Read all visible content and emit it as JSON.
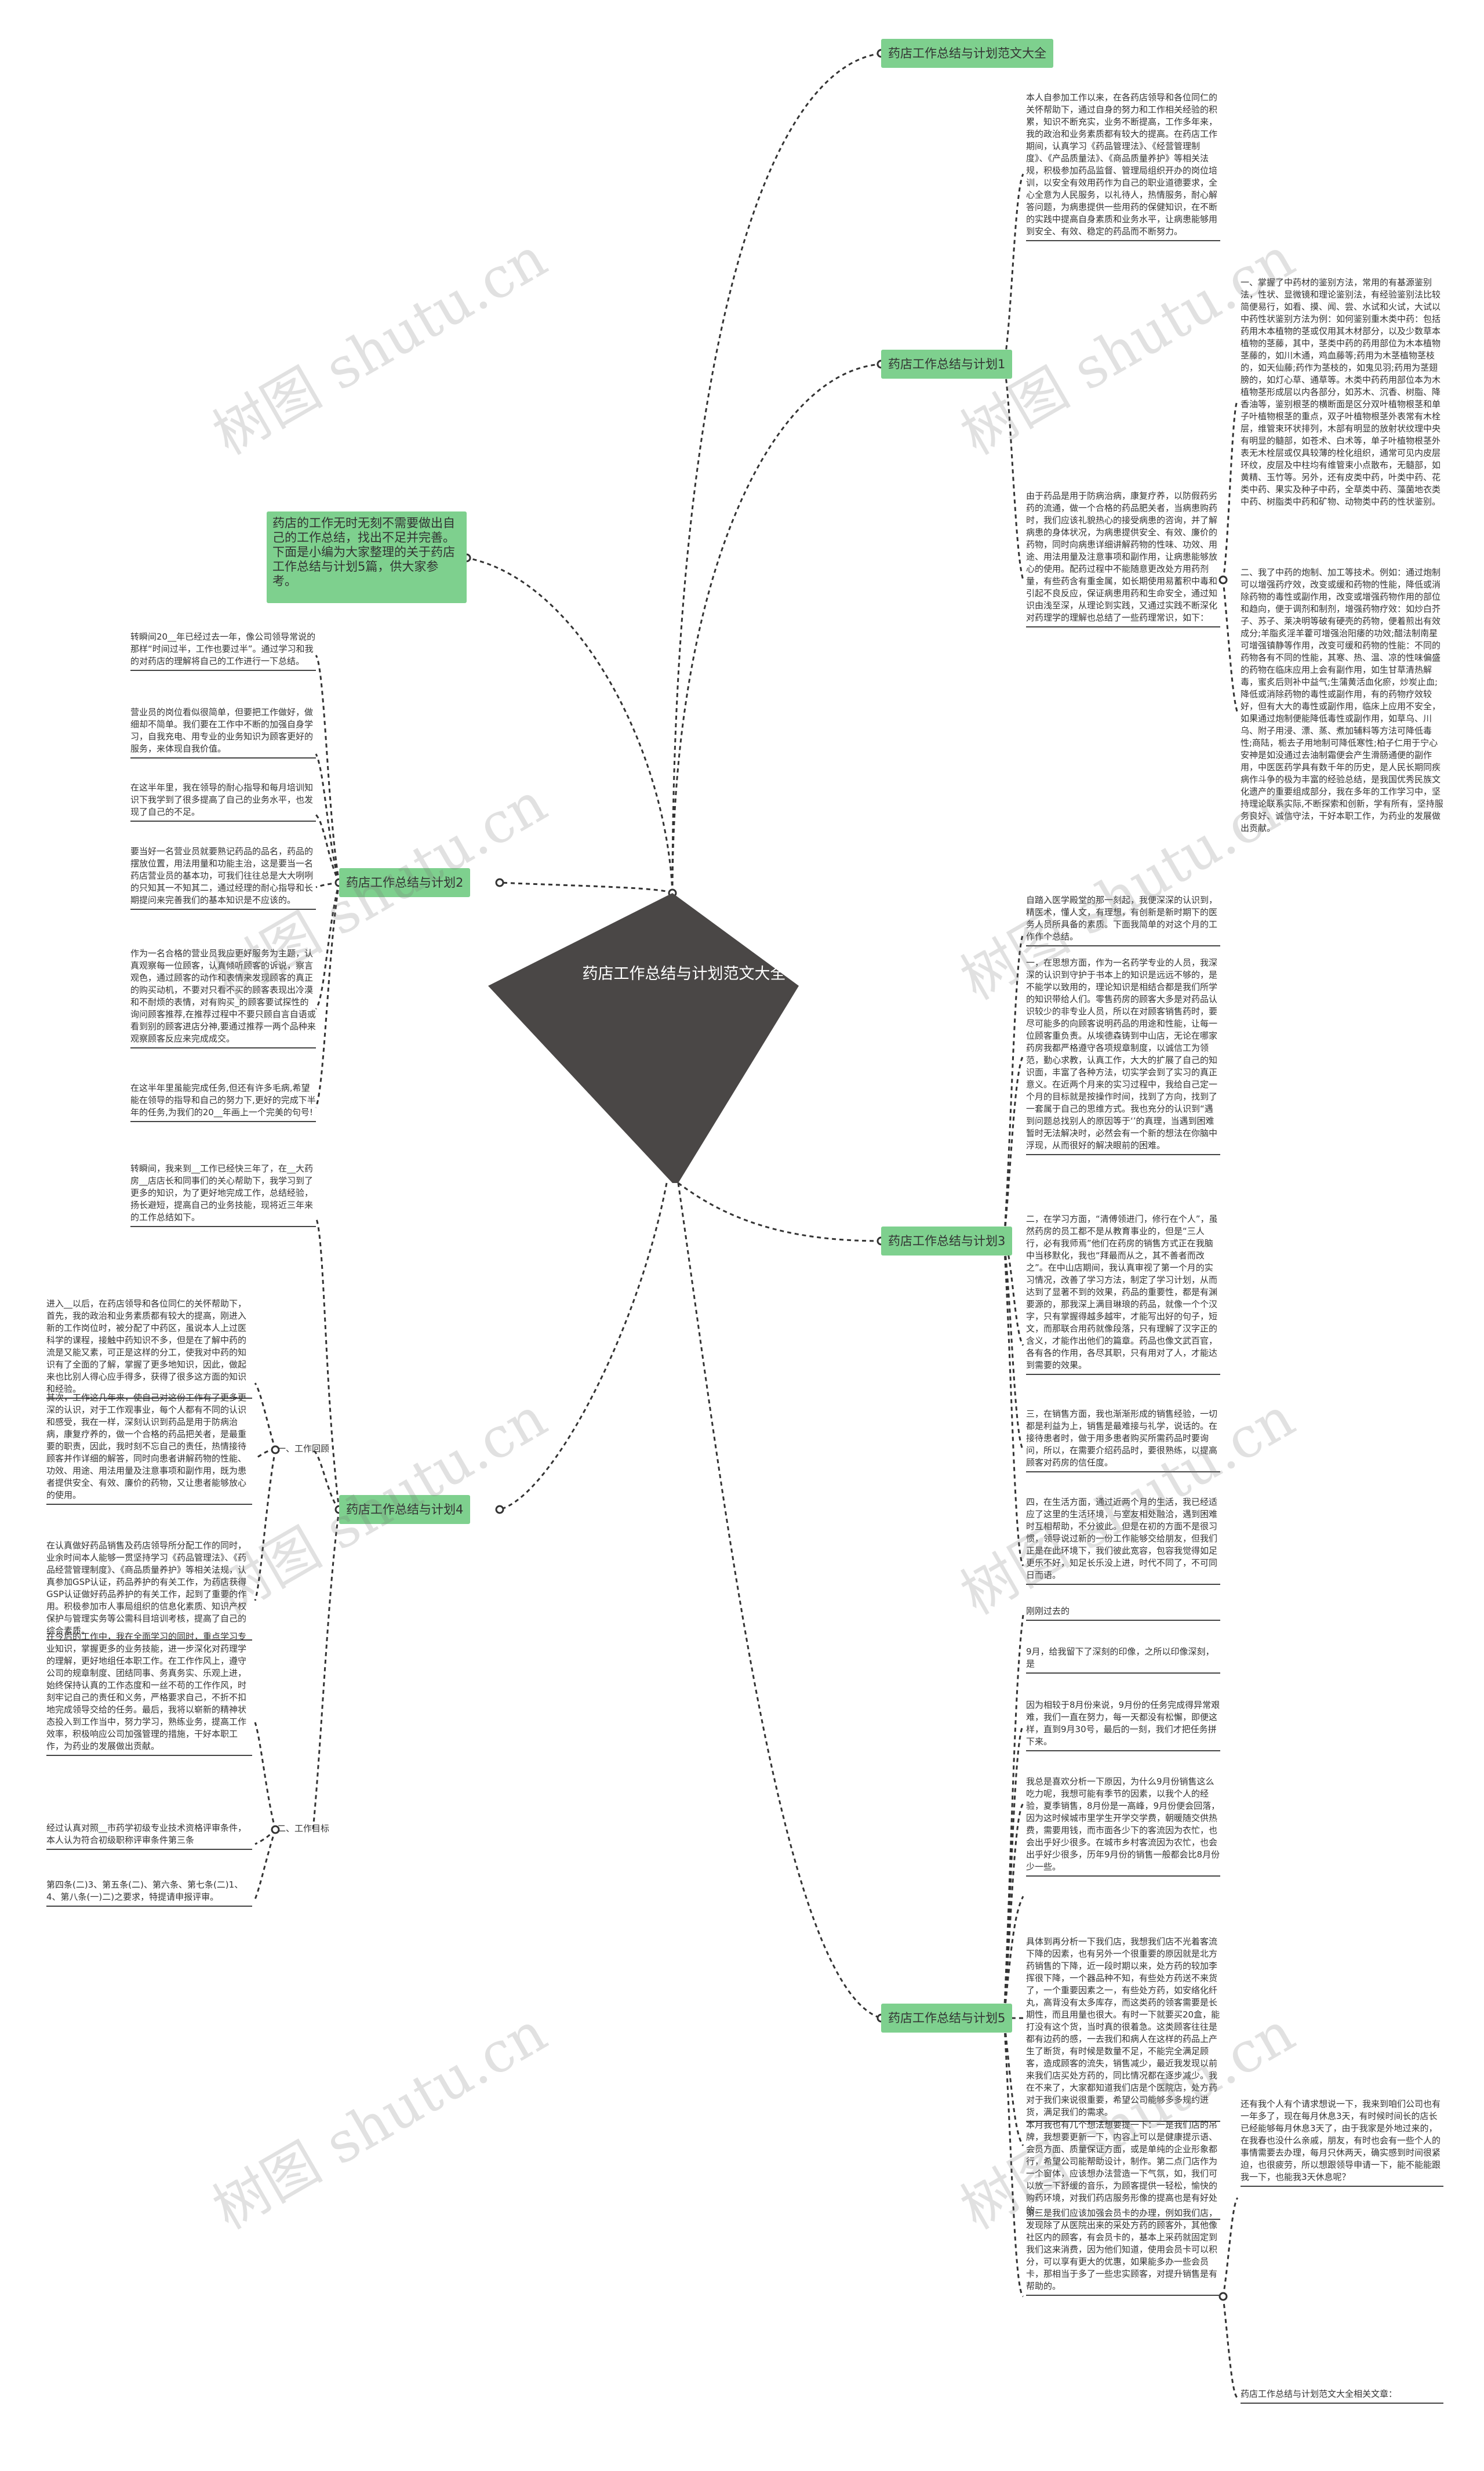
{
  "center": {
    "title": "药店工作总结与计划范文大全"
  },
  "intro": "药店的工作无时无刻不需要做出自己的工作总结，找出不足并完善。下面是小编为大家整理的关于药店工作总结与计划5篇，供大家参考。",
  "branches": [
    {
      "label": "药店工作总结与计划范文大全"
    },
    {
      "label": "药店工作总结与计划1"
    },
    {
      "label": "药店工作总结与计划2"
    },
    {
      "label": "药店工作总结与计划3"
    },
    {
      "label": "药店工作总结与计划4"
    },
    {
      "label": "药店工作总结与计划5"
    }
  ],
  "b1": {
    "p1": "本人自参加工作以来，在各药店领导和各位同仁的关怀帮助下，通过自身的努力和工作相关经验的积累，知识不断充实，业务不断提高，工作多年来，我的政治和业务素质都有较大的提高。在药店工作期间，认真学习《药品管理法》、《经营管理制度》、《产品质量法》、《商品质量养护》等相关法规，积极参加药品监督、管理局组织开办的岗位培训，以安全有效用药作为自己的职业道德要求，全心全意为人民服务，以礼待人，热情服务，耐心解答问题，为病患提供一些用药的保健知识，在不断的实践中提高自身素质和业务水平，让病患能够用到安全、有效、稳定的药品而不断努力。",
    "p2": "由于药品是用于防病治病，康复疗养，以防假药劣药的流通，做一个合格的药品肥关者，当病患购药时，我们应该礼貌热心的接受病患的咨询，并了解病患的身体状况，为病患提供安全、有效、廉价的药物，同时向病患详细讲解药物的性味、功效、用途、用法用量及注意事项和副作用，让病患能够放心的使用。配药过程中不能随意更改处方用药剂量，有些药含有重金属，如长期使用易蓄积中毒和引起不良反应，保证病患用药和生命安全，通过知识由浅至深，从理论到实践，又通过实践不断深化对药理学的理解也总结了一些药理常识，如下：",
    "p3": "一、掌握了中药材的鉴别方法，常用的有基源鉴别法，性状、显微镜和理论鉴别法，有经验鉴别法比较简便易行，如看、摸、闻、尝、水试和火试，大试以中药性状鉴别方法为例：如何鉴别重木类中药：包括药用木本植物的茎或仅用其木材部分，以及少数草本植物的茎藤，其中，茎类中药的药用部位为木本植物茎藤的，如川木通，鸡血藤等;药用为木茎植物茎枝的，如天仙藤;药作为茎枝的，如鬼见羽;药用为茎翅膀的，如灯心草、通草等。木类中药药用部位本为木植物茎形成层以内各部分，如苏木、沉香、树脂、降香油等，鉴别根茎的横断面是区分双叶植物根茎和单子叶植物根茎的重点，双子叶植物根茎外表常有木栓层，维管束环状排列，木部有明显的放射状纹理中央有明显的髓部，如苍术、白术等，单子叶植物根茎外表无木栓层或仅具较薄的栓化组织，通常可见内皮层环纹，皮层及中柱均有维管束小点散布，无髓部，如黄精、玉竹等。另外，还有皮类中药，叶类中药、花类中药、果实及种子中药，全草类中药、藻菌地衣类中药、树脂类中药和矿物、动物类中药的性状鉴别。",
    "p4": "二、我了中药的炮制、加工等技术。例如：通过炮制可以增强药疗效，改变或缓和药物的性能，降低或消除药物的毒性或副作用，改变或增强药物作用的部位和趋向，便于调剂和制剂，增强药物疗效：如炒白芥子、苏子、莱决明等破有硬壳的药物，便着煎出有效成分;羊脂炙淫羊藿可增强治阳痿的功效;醋法制南星可增强镇静等作用，改变可缓和药物的性能：不同的药物各有不同的性能，其寒、热、温、凉的性味偏盛的药物在临床应用上会有副作用，如生甘草清热解毒，蜜炙后则补中益气;生蒲黄活血化瘀，炒炭止血;降低或消除药物的毒性或副作用，有的药物疗效较好，但有大大的毒性或副作用，临床上应用不安全，如果通过炮制便能降低毒性或副作用，如草乌、川乌、附子用浸、漂、蒸、煮加辅料等方法可降低毒性;商陆，栀去子用地制可降低寒性;柏子仁用于宁心安神是如没通过去油制霜便会产生滑肠通便的副作用，中医医药学具有数千年的历史，是人民长期同疾病作斗争的极为丰富的经验总结，是我国优秀民族文化遗产的重要组成部分，我在多年的工作学习中，坚持理论联系实际,不断探索和创新，学有所有，坚持服务良好、诚信守法，干好本职工作，为药业的发展做出贡献。"
  },
  "b2": {
    "p1": "转瞬间20__年已经过去一年，像公司领导常说的那样“时间过半，工作也要过半”。通过学习和我的对药店的理解将自己的工作进行一下总结。",
    "p2": "营业员的岗位看似很简单，但要把工作做好，做细却不简单。我们要在工作中不断的加强自身学习，自我充电、用专业的业务知识为顾客更好的服务，来体现自我价值。",
    "p3": "在这半年里，我在领导的耐心指导和每月培训知识下我学到了很多提高了自己的业务水平，也发现了自己的不足。",
    "p4": "要当好一名营业员就要熟记药品的品名，药品的摆放位置，用法用量和功能主治，这是要当一名药店营业员的基本功，可我们往往总是大大咧咧的只知其一不知其二，通过经理的耐心指导和长期提问来完善我们的基本知识是不应该的。",
    "p5": "作为一名合格的营业员我应更好服务为主题，认真观察每一位顾客，认真倾听顾客的诉说，察言观色，通过顾客的动作和表情来发现顾客的真正的购买动机，不要对只看不买的顾客表现出冷漠和不耐烦的表情，对有购买_的顾客要试探性的询问顾客推荐,在推荐过程中不要只顾自言自语或看到别的顾客进店分神,要通过推荐一两个品种来观察顾客反应来完成成交。",
    "p6": "在这半年里虽能完成任务,但还有许多毛病,希望能在领导的指导和自己的努力下,更好的完成下半年的任务,为我们的20__年画上一个完美的句号!"
  },
  "b3": {
    "p1": "自踏入医学殿堂的那一刻起，我便深深的认识到，精医术，懂人文，有理想，有创新是新时期下的医务人员所具备的素质。下面我简单的对这个月的工作作个总结。",
    "p2": "一，在思想方面，作为一名药学专业的人员，我深深的认识到守护于书本上的知识是远远不够的，是不能学以致用的，理论知识是相结合都是我们所学的知识带给人们。零售药房的顾客大多是对药品认识较少的非专业人员，所以在对顾客销售药时，要尽可能多的向顾客说明药品的用途和性能，让每一位顾客重负责。从埃德森铸到中山店，无论在哪家药房我都严格遵守各项规章制度，以诚信工为领范，勤心求教，认真工作，大大的扩展了自己的知识面，丰富了各种方法，切实学会到了实习的真正意义。在近两个月来的实习过程中，我给自己定一个月的目标就是按操作时间，找到了方向，找到了一套属于自己的思维方式。我也充分的认识到“遇到问题总找别人的原因等于‘’的真理，当遇到困难暂时无法解决时，必然会有一个新的想法在你脑中浮现，从而很好的解决眼前的困难。",
    "p3": "二，在学习方面，“清傅领进门，修行在个人”，虽然药房的员工都不是从教育事业的，但是“三人行，必有我师焉”他们在药房的销售方式正在我脑中当移默化，我也“拜最而从之，其不善者而改之”。在中山店期间，我认真审视了第一个月的实习情况，改善了学习方法，制定了学习计划，从而达到了显著不到的效果，药品的重要性，都是有渊要源的，那我深上满目琳琅的药品，就像一个个汉字，只有掌握得越多越牢，才能写出好的句子，短文，而那联合用药就像段落，只有理解了汉字正的含义，才能作出他们的篇章。药品也像文武百官，各有各的作用，各尽其职，只有用对了人，才能达到需要的效果。",
    "p4": "三，在销售方面，我也渐渐形成的销售经验，一切都是利益为上，销售是最难接与礼学，说话的。在接待患者时，做于用多患者购买所需药品时要询问，所以，在需要介绍药品时，要很熟练，以提高顾客对药房的信任度。",
    "p5": "四，在生活方面，通过近两个月的生活，我已经适应了这里的生活环境，与室友相处融洽，遇到困难时互相帮助，不分彼此。但是在初的方面不是很习惯，领导说过新的一份工作能够交给朋友，但我们正是在此环境下，我们彼此宽容，包容我觉得如足更乐不好，知足长乐没上进，时代不同了，不可同日而语。"
  },
  "b4": {
    "p1": "转瞬间，我来到__工作已经快三年了，在__大药房__店店长和同事们的关心帮助下，我学习到了更多的知识，为了更好地完成工作，总结经验，扬长避短，提高自己的业务技能，现将近三年来的工作总结如下。",
    "sub1": "一、工作回顾",
    "p2": "进入__以后，在药店领导和各位同仁的关怀帮助下，首先，我的政治和业务素质都有较大的提高，刚进入新的工作岗位时，被分配了中药区，虽说本人上过医科学的课程，接触中药知识不多，但是在了解中药的流是又能又素，可正是这样的分工，使我对中药的知识有了全面的了解，掌握了更多地知识，因此，做起来也比别人得心应手得多，获得了很多这方面的知识和经验。",
    "p3": "其次，工作这几年来，使自己对这份工作有了更多更深的认识，对于工作观事业，每个人都有不同的认识和感受，我在一样，深刻认识到药品是用于防病治病，康复疗养的，做一个合格的药品把关者，是最重要的职责，因此，我时刻不忘自己的责任，热情接待顾客并作详细的解答，同时向患者讲解药物的性能、功效、用途、用法用量及注意事项和副作用，既为患者提供安全、有效、廉价的药物，又让患者能够放心的使用。",
    "p4": "在认真做好药品销售及药店领导所分配工作的同时，业余时间本人能够一贯坚持学习《药品管理法》、《药品经营管理制度》、《商品质量养护》等相关法规，认真参加GSP认证，药品养护的有关工作，为药店获得GSP认证做好药品养护的有关工作，起到了重要的作用。积极参加市人事局组织的信息化素质、知识产权保护与管理实务等公需科目培训考核，提高了自己的综合素质。",
    "sub2": "二、工作目标",
    "p5": "在今后的工作中，我在全面学习的同时，重点学习专业知识，掌握更多的业务技能，进一步深化对药理学的理解，更好地组任本职工作。在工作作风上，遵守公司的规章制度、团结同事、务真务实、乐观上进，始终保持认真的工作态度和一丝不苟的工作作风，时刻牢记自己的责任和义务，严格要求自己，不折不扣地完成领导交给的任务。最后，我将以崭新的精神状态投入到工作当中，努力学习，熟练业务，提高工作效率，积极响应公司加强管理的措施，干好本职工作，为药业的发展做出贡献。",
    "p6": "经过认真对照__市药学初级专业技术资格评审条件，本人认为符合初级职称评审条件第三条",
    "p7": "第四条(二)3、第五条(二)、第六条、第七条(二)1、4、第八条(一)二)之要求，特提请申报评审。"
  },
  "b5": {
    "p1": "刚刚过去的",
    "p2": "9月，给我留下了深刻的印像，之所以印像深刻，是",
    "p3": "因为相较于8月份来说，9月份的任务完成得异常艰难，我们一直在努力，每一天都没有松懈，即便这样，直到9月30号，最后的一刻，我们才把任务拼下来。",
    "p4": "我总是喜欢分析一下原因，为什么9月份销售这么吃力呢，我想可能有季节的因素，以我个人的经验，夏季销售，8月份是一高峰，9月份便会回落，因为这时候城市里学生开学交学费，朝暖随交供热费，需要用钱，而市面各少下的客流因为衣忙，也会出乎好少很多。在城市乡村客流因为农忙，也会出乎好少很多，历年9月份的销售一般都会比8月份少一些。",
    "p5": "具体到再分析一下我们店，我想我们店不光着客流下降的因素，也有另外一个很重要的原因就是北方药销售的下降，近一段时期以来，处方药的较加李挥很下降，一个器品种不知，有些处方药送不来货了，一个重要因素之一，有些处方药，如安络化纤丸，高背没有太多库存，而这类药的领客需要是长期性，而且用量也很大。有时一下就要买20盒，能打没有这个货，当时真的很着急。这类顾客往往是都有边药的感，一去我们和病人在这样的药品上产生了断货，有时候是数量不足，不能完全满足顾客，造成顾客的流失，销售减少，最近我发现以前来我们店买处方药的，同比情况都在逐步减少。我在不来了，大家都知道我们店是个医院店，处方药对于我们来说很重要，希望公司能够多多规约进货，满足我们的需求。",
    "p6": "本月我也有几个想法想要提一下：一是我们店的吊牌，我想要更新一下，内容上可以是健康提示语、会员方面、质量保证方面，或是单纯的企业形象都行，希望公司能帮助设计，制作。第二点门店作为一个窗体，应该想办法营造一下气氛，如，我们可以放一下舒缓的音乐，为顾客提供一轻松，愉快的购药环境，对我们药店服务形像的提高也是有好处的。",
    "p7": "第三是我们应该加强会员卡的办理，例如我们店，发现除了从医院出来的采处方药的顾客外，其他像社区内的顾客，有会员卡的，基本上采药就固定到我们这来消费，因为他们知道，使用会员卡可以积分，可以享有更大的优惠，如果能多办一些会员卡，那相当于多了一些忠实顾客，对提升销售是有帮助的。",
    "p8": "还有我个人有个请求想说一下，我来到咱们公司也有一年多了，现在每月休息3天，有时候时间长的店长已经能够每月休息3天了，由于我家是外地过来的，在我春也没什么亲戚，朋友，有时也会有一些个人的事情需要去办理，每月只休两天，确实感到时间很紧迫，也很疲劳，所以想跟领导申请一下，能不能能跟我一下，也能我3天休息呢？",
    "p9": "药店工作总结与计划范文大全相关文章："
  },
  "watermark": "树图 shutu.cn"
}
